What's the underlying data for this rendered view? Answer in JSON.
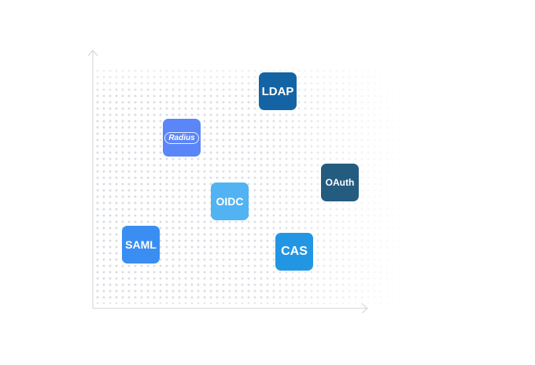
{
  "tiles": {
    "ldap": {
      "label": "LDAP",
      "color": "#1464a5"
    },
    "radius": {
      "label": "Radius",
      "color": "#5b86f7"
    },
    "oauth": {
      "label": "OAuth",
      "color": "#245c80"
    },
    "oidc": {
      "label": "OIDC",
      "color": "#52b3f2"
    },
    "saml": {
      "label": "SAML",
      "color": "#3a8ef2"
    },
    "cas": {
      "label": "CAS",
      "color": "#2396e3"
    }
  },
  "colors": {
    "axis": "#d0d3d8",
    "dots": "#d8dbe0"
  }
}
